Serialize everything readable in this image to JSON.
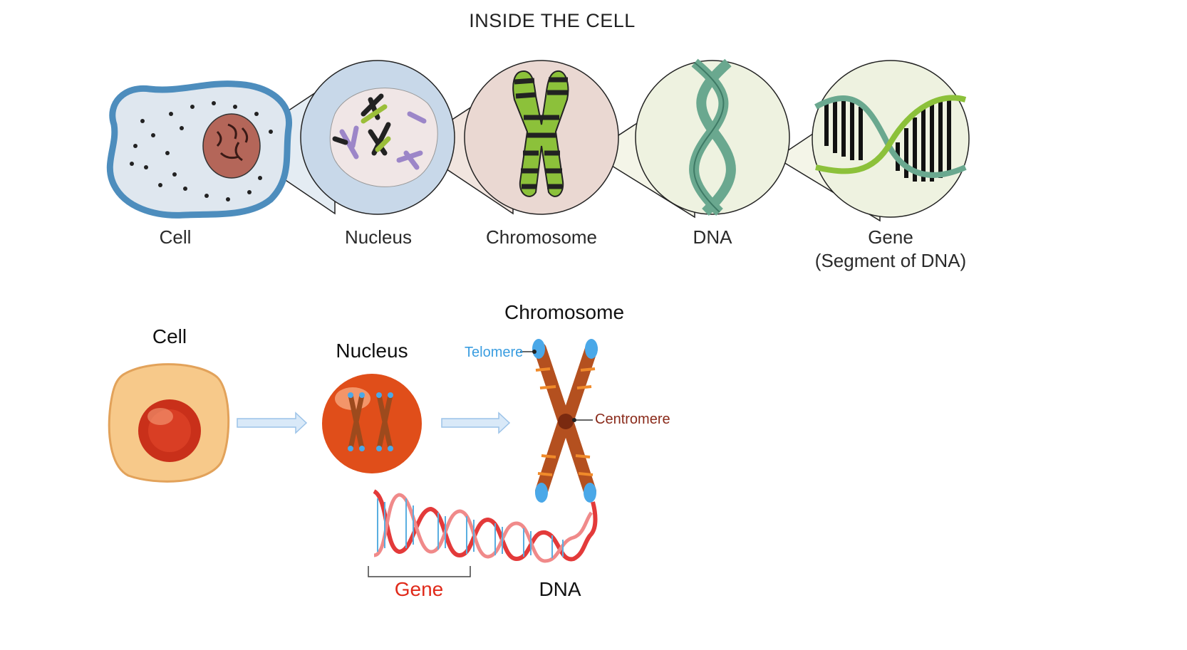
{
  "top_panel": {
    "title": "INSIDE THE CELL",
    "labels": {
      "cell": "Cell",
      "nucleus": "Nucleus",
      "chromosome": "Chromosome",
      "dna": "DNA",
      "gene_line1": "Gene",
      "gene_line2": "(Segment of DNA)"
    },
    "colors": {
      "cell_fill": "#dde6ef",
      "cell_border": "#4f8fbf",
      "nucleus_fill": "#b56a5e",
      "magnifier_nucleus": "#c9d9ea",
      "magnifier_chromosome": "#eadcd6",
      "magnifier_dna": "#eef2e0",
      "chromosome_green": "#8dbf3a",
      "dna_strand": "#6aa88f"
    }
  },
  "bottom_panel": {
    "labels": {
      "cell": "Cell",
      "nucleus": "Nucleus",
      "chromosome": "Chromosome",
      "telomere": "Telomere",
      "centromere": "Centromere",
      "gene": "Gene",
      "dna": "DNA"
    },
    "colors": {
      "cell_fill": "#f7c98a",
      "nucleus_fill": "#e8561e",
      "chromosome": "#b4501f",
      "telomere": "#4aa8e8",
      "telomere_text": "#3a9de0",
      "centromere_text": "#8a2a1a",
      "gene_text": "#e02a1a",
      "arrow": "#a9cdee"
    }
  }
}
